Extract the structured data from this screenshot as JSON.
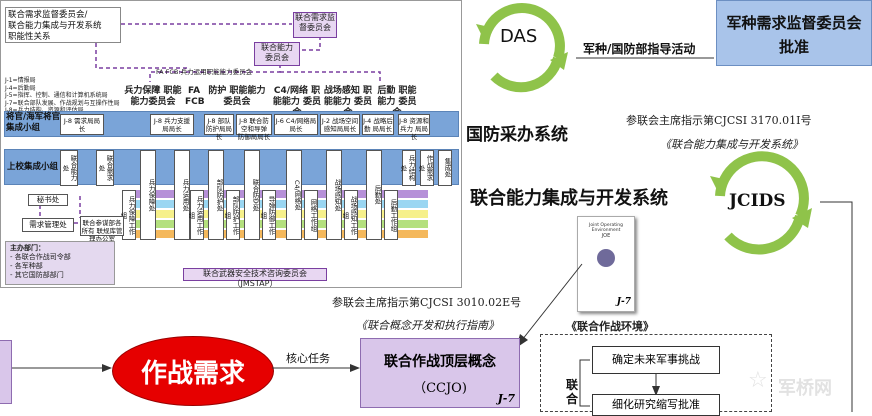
{
  "org_chart": {
    "top_left_box": [
      "联合需求监督委员会/",
      "联合能力集成与开发系统",
      "职能性关系"
    ],
    "jroc_box": "联合需求监督委员会",
    "fcb_box": [
      "联合能力",
      "委员会"
    ],
    "fa_fcb_note": "FA FCB:兵力运用职能能力委员会",
    "j_list": [
      "J-1=情报局",
      "J-4=后勤局",
      "J-5=指挥、控制、通信和计算机系统局",
      "J-7=联合部队发展、作战规划与互操作性局",
      "J-8=兵力结构、资源和评估局"
    ],
    "function_heads": [
      {
        "label": "兵力保障 职能能力委员会"
      },
      {
        "label": "FA FCB"
      },
      {
        "label": "防护 职能能力委员会"
      },
      {
        "label": "C4/网络 职能能力 委员会"
      },
      {
        "label": "战场感知 职能能力 委员会"
      },
      {
        "label": "后勤 职能能力 委员会"
      }
    ],
    "staff_row_label": [
      "将官/海军将官",
      "集成小组"
    ],
    "staff": [
      "J-8 需求局局长",
      "J-8 兵力支援局局长",
      "J-8 部队防护局局长",
      "J-8 联合防空和导弹 防御局局长",
      "J-6 C4/网络局局长",
      "J-2 战场空间 感知局局长",
      "J-4 战略后勤 局局长",
      "J-8 资源和兵力 局局长"
    ],
    "colonel_row_label": "上校集成小组",
    "vcols": [
      "联合能力处",
      "联合需求处",
      "兵力保障处",
      "兵力运用处",
      "部队防护处",
      "联合防空处",
      "C4/网络处",
      "战场感知处",
      "后勤处",
      "兵力结构处",
      "作战需求处",
      "集成处"
    ],
    "secretariat": "秘书处",
    "req_mgmt": "需求管理处",
    "req_mgmt_note": "联合参谋部各所有 联规库管理办公室",
    "teams": [
      "兵力保障工作组",
      "兵力运用工作组",
      "部队防护工作组",
      "导弹防御工作组",
      "网络工作组",
      "战场感知工作组",
      "后勤工作组"
    ],
    "bottom_box": "联合武器安全技术咨询委员会（JMSTAP）",
    "legend_title": "主办部门：",
    "legend_items": [
      "- 各联合作战司令部",
      "- 各军种部",
      "- 其它国防部部门"
    ]
  },
  "right": {
    "das_label": "DAS",
    "guidance_label": "军种/国防部指导活动",
    "jroc_box": [
      "军种需求监督委员会",
      "批准"
    ],
    "cjcsi_3170": "参联会主席指示第CJCSI 3170.01I号",
    "jcids_guide": "《联合能力集成与开发系统》",
    "dod_acq": "国防采办系统",
    "jcids_system": "联合能力集成与开发系统",
    "jcids_label": "JCIDS",
    "doc_title": [
      "Joint Operating Environment",
      "JOE"
    ],
    "doc_tag": "J-7",
    "cjcsi_3010": "参联会主席指示第CJCSI 3010.02E号",
    "concept_guide": "《联合概念开发和执行指南》",
    "joe_title": "《联合作战环境》",
    "combat_req": "作战需求",
    "core_task": "核心任务",
    "ccjo": [
      "联合作战顶层概念",
      "（CCJO)"
    ],
    "ccjo_tag": "J-7",
    "future": "确定未来军事挑战",
    "refine": "细化研究缩写批准",
    "side_char": [
      "联",
      "合"
    ],
    "watermark": "军桥网"
  },
  "colors": {
    "band": "#7aa4d8",
    "purple": "#7a3fa0",
    "red": "#e60000",
    "green_arrow": "#8fc34a",
    "blue_box": "#a9c4ea"
  }
}
